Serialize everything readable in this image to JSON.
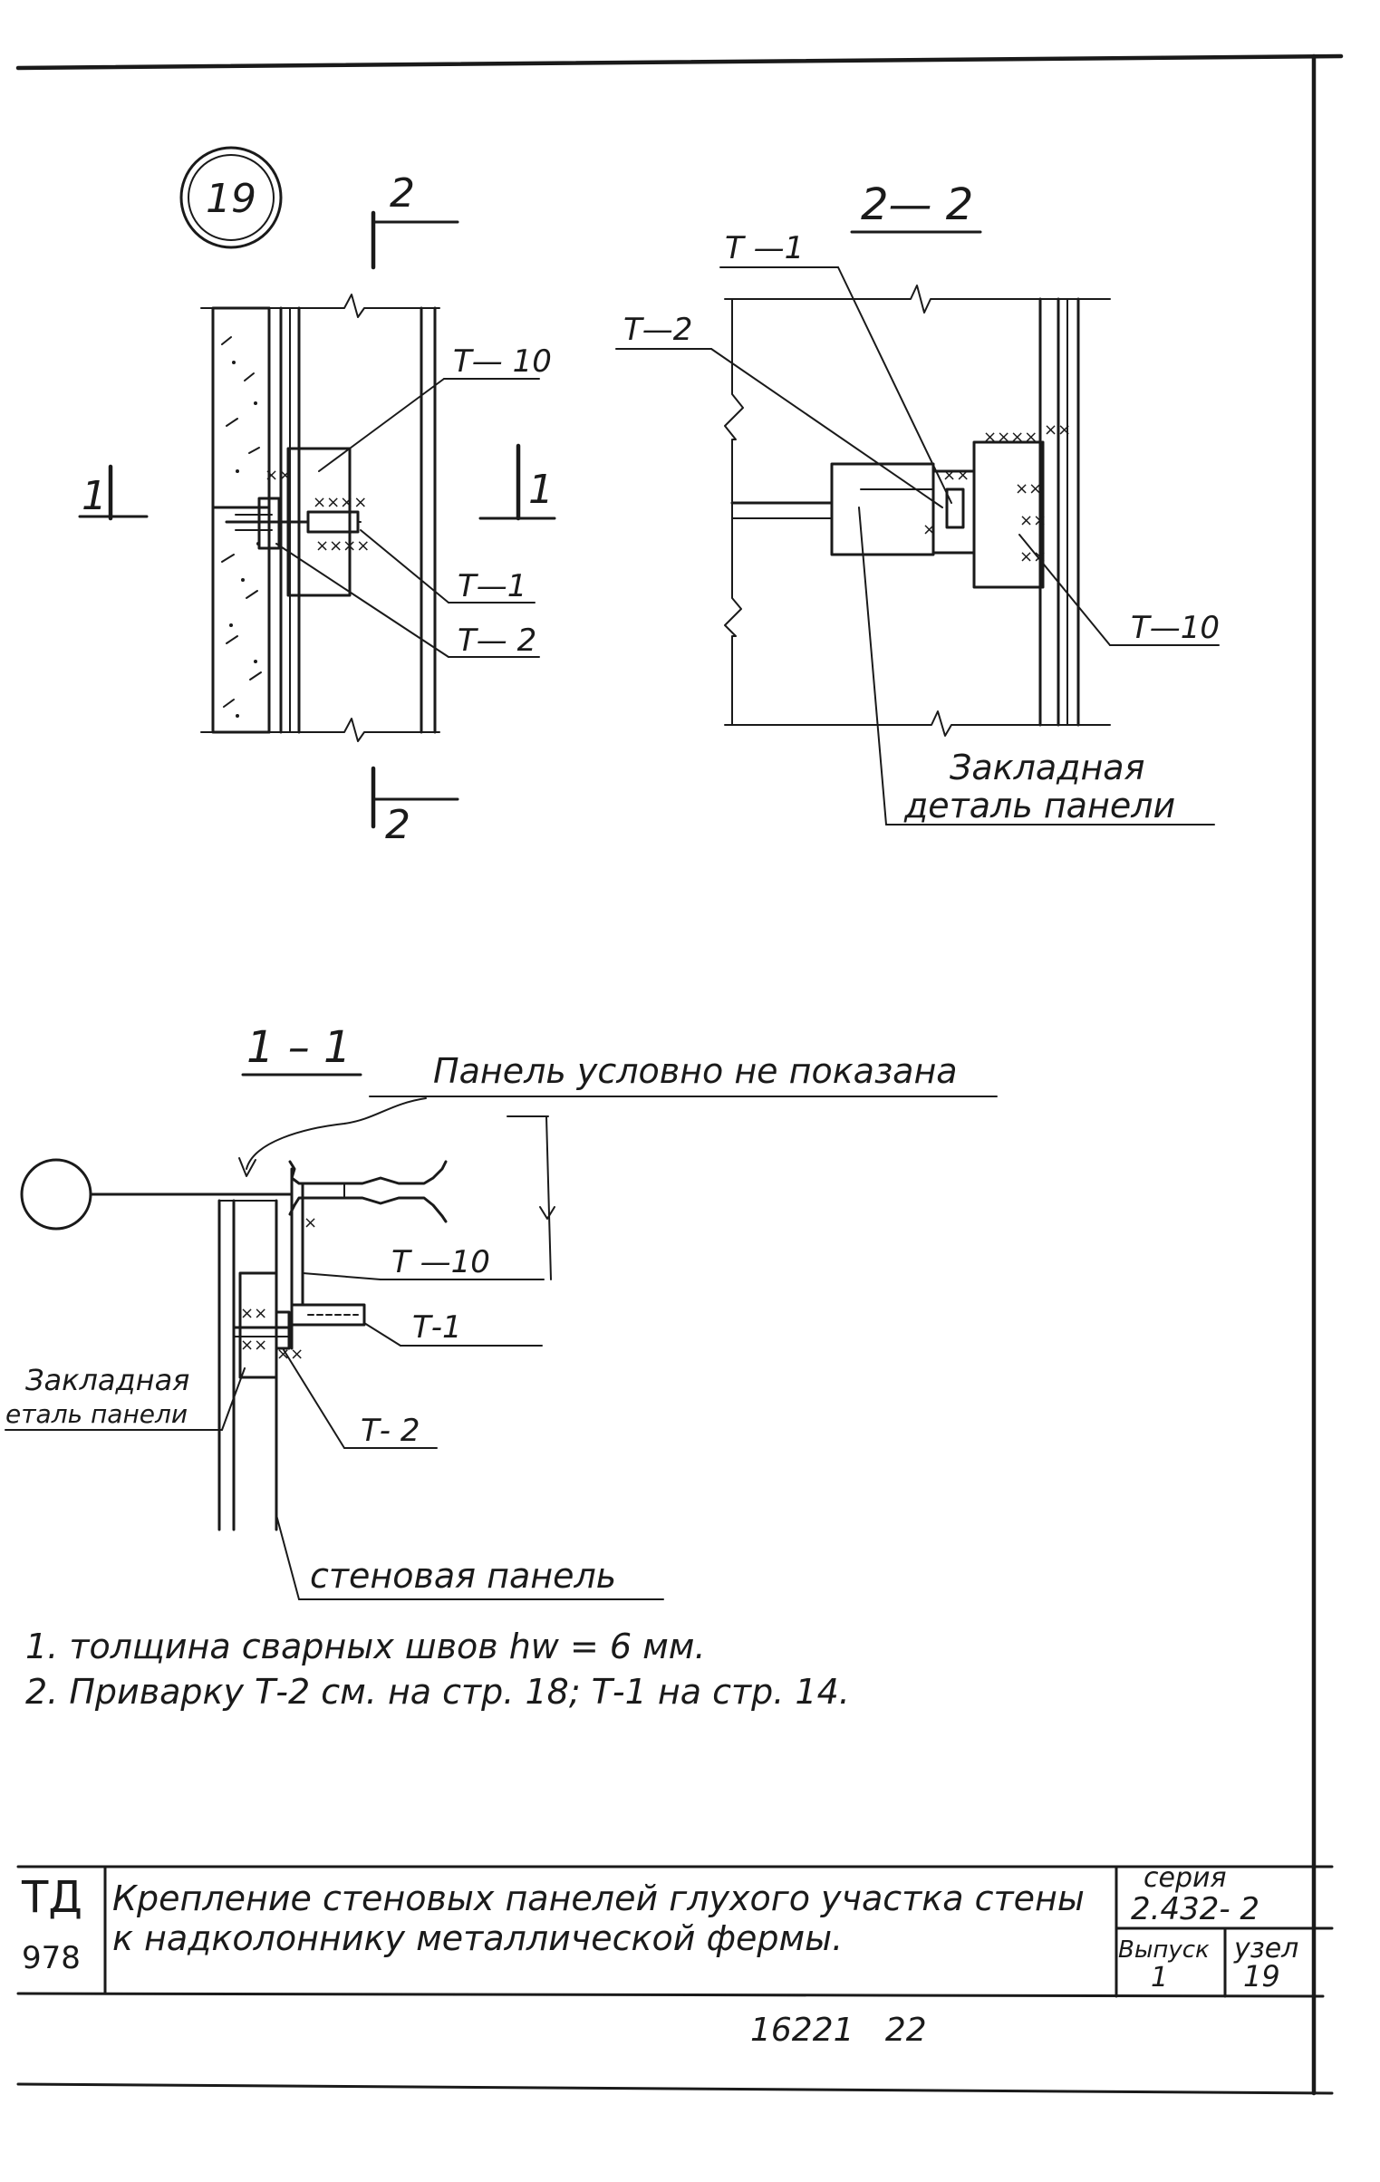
{
  "node_badge": "19",
  "view_top_left": {
    "cut_2_top": "2",
    "cut_2_bottom": "2",
    "cut_1_left": "1",
    "cut_1_right": "1",
    "labels": {
      "t10": "Т— 10",
      "t1": "Т—1",
      "t2": "Т— 2"
    }
  },
  "view_2_2": {
    "title": "2— 2",
    "labels": {
      "t1": "Т —1",
      "t2": "Т—2",
      "t10": "Т—10"
    },
    "embedded_part": [
      "Закладная",
      "деталь панели"
    ]
  },
  "view_1_1": {
    "title": "1 – 1",
    "panel_note": "Панель условно не показана",
    "labels": {
      "t10": "Т —10",
      "t1": "Т-1",
      "t2": "Т- 2"
    },
    "embedded_part": [
      "Закладная",
      "еталь панели"
    ],
    "wall_panel": "стеновая панель"
  },
  "notes": [
    "1. толщина сварных швов  hw = 6 мм.",
    "2. Приварку  Т-2  см. на стр. 18;  Т-1  на стр. 14."
  ],
  "title_block": {
    "code": "ТД",
    "code_number": "978",
    "title_line_1": "Крепление стеновых панелей глухого участка стены",
    "title_line_2": "к надколоннику металлической фермы.",
    "series_label": "серия",
    "series_value": "2.432- 2",
    "issue_label": "Выпуск",
    "issue_value": "1",
    "node_label": "узел",
    "node_value": "19"
  },
  "footer_number": "16221   22"
}
